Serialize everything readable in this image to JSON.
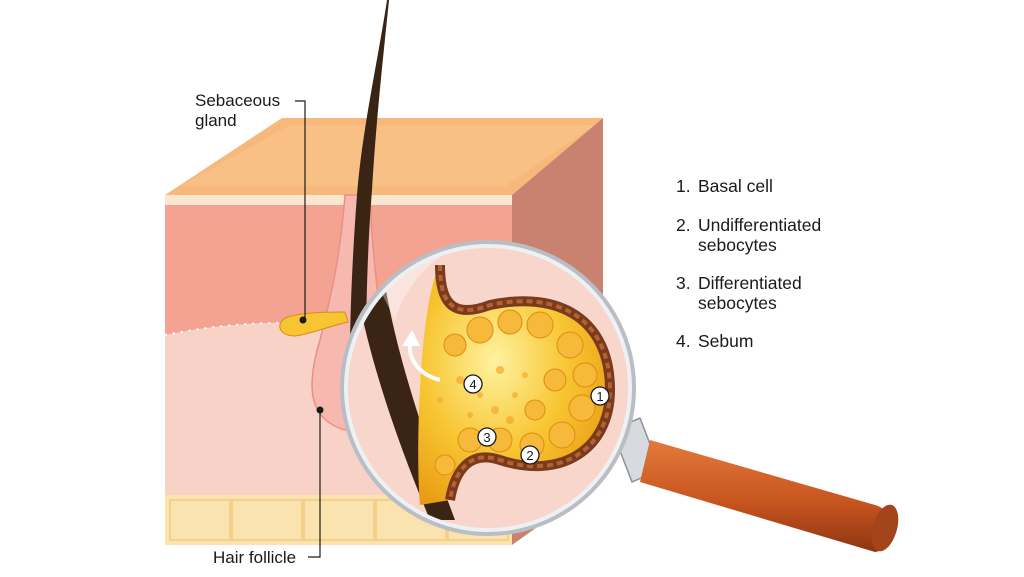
{
  "labels": {
    "sebaceous_gland": "Sebaceous\ngland",
    "hair_follicle": "Hair follicle"
  },
  "legend": [
    {
      "number": "1.",
      "text": "Basal cell"
    },
    {
      "number": "2.",
      "text": "Undifferentiated\nsebocytes"
    },
    {
      "number": "3.",
      "text": "Differentiated\nsebocytes"
    },
    {
      "number": "4.",
      "text": "Sebum"
    }
  ],
  "markers": [
    "1",
    "2",
    "3",
    "4"
  ],
  "colors": {
    "epidermis_top": "#f7b97b",
    "dermis": "#f7a696",
    "hypodermis": "#fbe3b0",
    "hair": "#3a2414",
    "gland": "#f5b51c",
    "handle": "#c8551f"
  }
}
